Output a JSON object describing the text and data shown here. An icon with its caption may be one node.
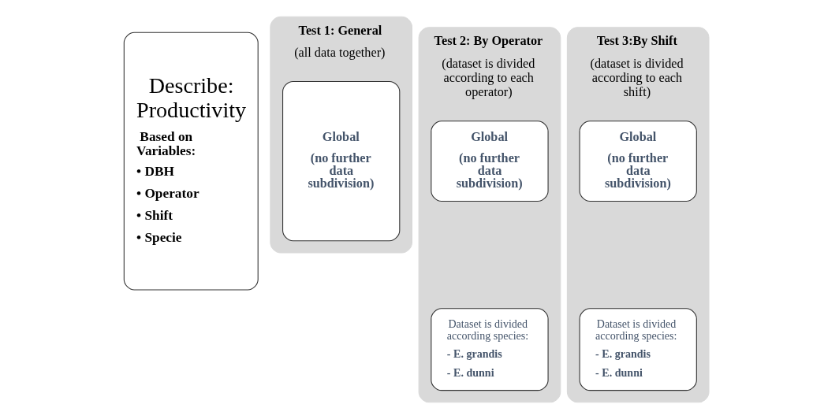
{
  "diagram": {
    "nodes": [
      {
        "text": [
          "Describe: Productivity",
          "Based on Variables:",
          "• DBH",
          "• Operator",
          "• Shift",
          "• Specie"
        ]
      },
      {
        "text": [
          "Test 1: General",
          "(all data together)"
        ]
      },
      {
        "text": [
          "Global",
          "(no further data subdivision)"
        ],
        "in": 1
      },
      {
        "text": [
          "Test 2: By Operator",
          "(dataset is divided according to each operator)"
        ]
      },
      {
        "text": [
          "Global",
          "(no further data subdivision)"
        ],
        "in": 3
      },
      {
        "text": [
          "Dataset is divided according species:",
          "- E. grandis",
          "- E. dunni"
        ],
        "in": 3
      },
      {
        "text": [
          "Test 3:By Shift",
          "(dataset is divided according to each shift)"
        ]
      },
      {
        "text": [
          "Global",
          "(no further data subdivision)"
        ],
        "in": 6
      },
      {
        "text": [
          "Dataset is divided according species:",
          "- E. grandis",
          "- E. dunni"
        ],
        "in": 6
      }
    ]
  }
}
